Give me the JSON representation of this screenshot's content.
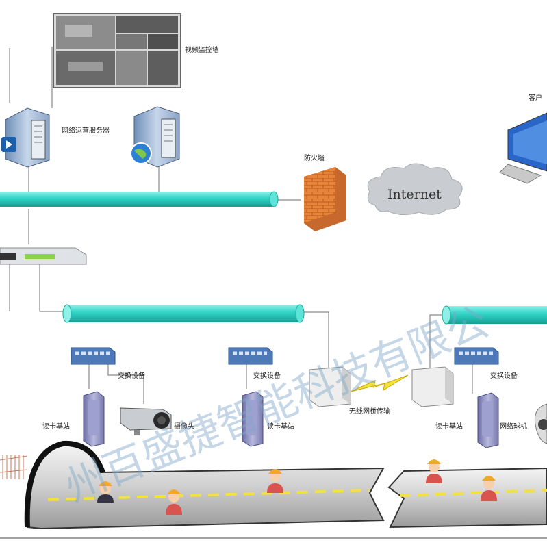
{
  "labels": {
    "video_wall": "视频监控墙",
    "network_server": "网络运营服务器",
    "client": "客户",
    "firewall": "防火墙",
    "internet": "Internet",
    "switch_left": "交换设备",
    "switch_mid": "交换设备",
    "switch_right": "交换设备",
    "camera": "摄像头",
    "reader_left": "读卡基站",
    "reader_mid": "读卡基站",
    "reader_right": "读卡基站",
    "wireless_bridge": "无线网桥传输",
    "dome_camera": "网络球机"
  },
  "watermark": "州百盛捷智能科技有限公",
  "colors": {
    "pipe": "#2fd3c6",
    "pipe_edge": "#1aa99c",
    "firewall": "#e8843a",
    "switch": "#4d79b8",
    "tunnel_floor": "#d5d5d5",
    "lane_marking": "#f2e23a",
    "worker_helmet": "#f5a623",
    "worker_body": "#d9534f"
  }
}
